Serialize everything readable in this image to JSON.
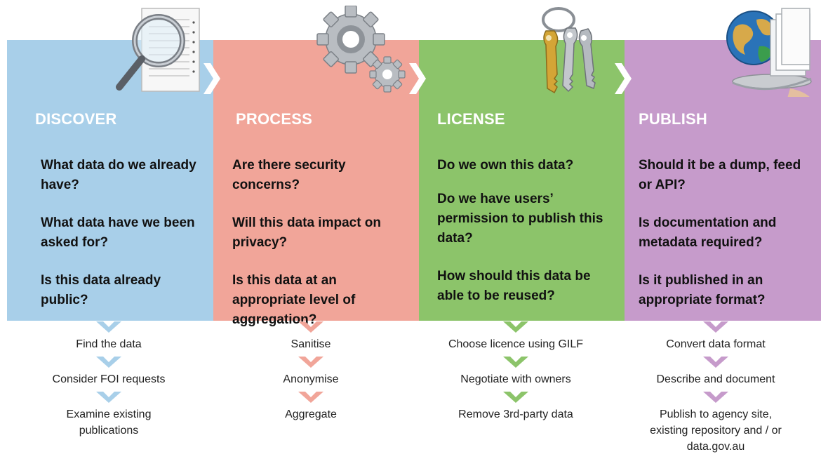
{
  "colors": {
    "discover": "#a8cfe9",
    "process": "#f1a599",
    "license": "#8cc46a",
    "publish": "#c69bcb"
  },
  "columns": [
    {
      "key": "discover",
      "title": "DISCOVER",
      "icon": "magnifier-icon",
      "questions": [
        "What data do we already have?",
        "What data have we been asked for?",
        "Is this data already public?"
      ],
      "steps": [
        "Find the data",
        "Consider FOI requests",
        "Examine existing publications"
      ]
    },
    {
      "key": "process",
      "title": "PROCESS",
      "icon": "gear-icon",
      "questions": [
        "Are there security concerns?",
        "Will this data impact on privacy?",
        "Is this data at an appropriate level of aggregation?"
      ],
      "steps": [
        "Sanitise",
        "Anonymise",
        "Aggregate"
      ]
    },
    {
      "key": "license",
      "title": "LICENSE",
      "icon": "keys-icon",
      "questions": [
        "Do we own this data?",
        "Do we have users’ permission to publish this data?",
        "How should this data be able to be reused?"
      ],
      "steps": [
        "Choose licence using GILF",
        "Negotiate with owners",
        "Remove 3rd-party data"
      ]
    },
    {
      "key": "publish",
      "title": "PUBLISH",
      "icon": "globe-icon",
      "questions": [
        "Should it be a dump, feed or API?",
        "Is documentation and metadata required?",
        "Is it published in an appropriate format?"
      ],
      "steps": [
        "Convert data format",
        "Describe and document",
        "Publish to agency site, existing repository and / or data.gov.au"
      ]
    }
  ]
}
